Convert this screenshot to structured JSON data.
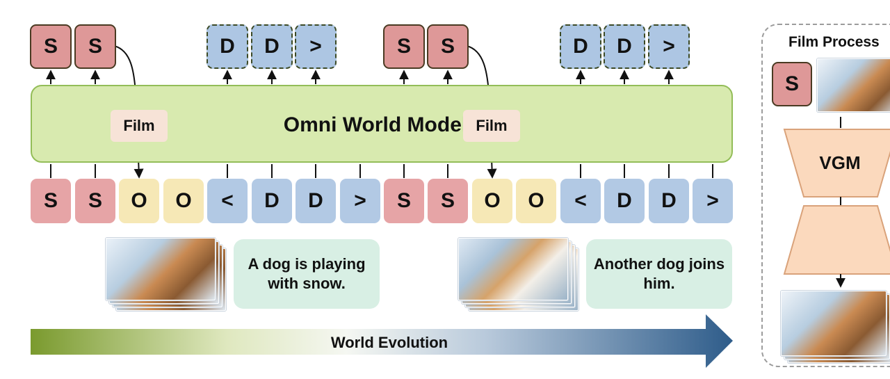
{
  "model": {
    "title": "Omni World Model"
  },
  "film_tags": [
    "Film",
    "Film"
  ],
  "groups": [
    {
      "outputs": [
        "S",
        "S",
        "D",
        "D",
        ">"
      ],
      "inputs": [
        "S",
        "S",
        "O",
        "O",
        "<",
        "D",
        "D",
        ">"
      ],
      "caption": "A dog is playing with snow."
    },
    {
      "outputs": [
        "S",
        "S",
        "D",
        "D",
        ">"
      ],
      "inputs": [
        "S",
        "S",
        "O",
        "O",
        "<",
        "D",
        "D",
        ">"
      ],
      "caption": "Another dog joins him."
    }
  ],
  "evolution": {
    "label": "World Evolution",
    "color_start": "#7a9a2e",
    "color_end": "#2e5c8a"
  },
  "film_process": {
    "title": "Film Process",
    "token": "S",
    "module": "VGM"
  },
  "colors": {
    "state_token": "#e6a4a6",
    "observation_token": "#f6e8b6",
    "dynamics_token": "#b2c9e4",
    "model_fill": "#d8eaaf",
    "caption_fill": "#d8efe4",
    "vgm_fill": "#fbd9bd"
  }
}
